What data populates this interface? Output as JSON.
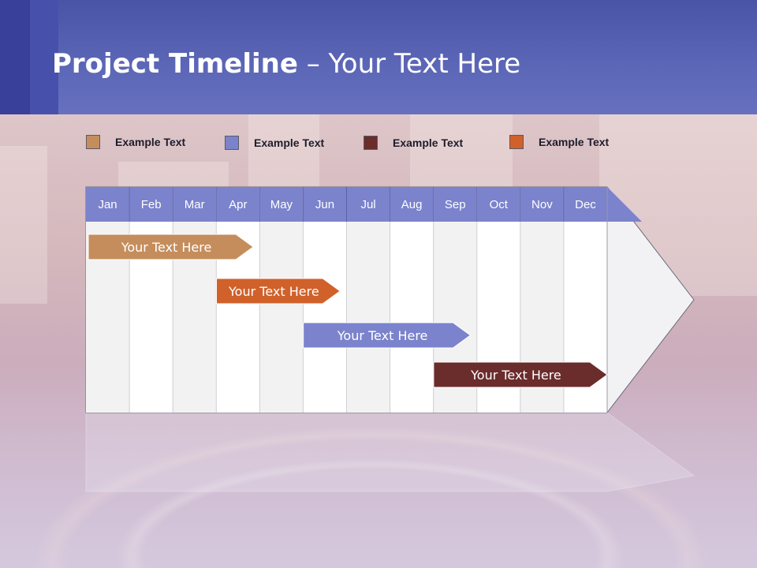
{
  "slide": {
    "title_bold": "Project Timeline",
    "title_rest": " – Your Text Here"
  },
  "legend": [
    {
      "label": "Example Text",
      "color": "#c58d5c"
    },
    {
      "label": "Example Text",
      "color": "#7b83cd"
    },
    {
      "label": "Example Text",
      "color": "#6b2c2c"
    },
    {
      "label": "Example Text",
      "color": "#d0612b"
    }
  ],
  "timeline": {
    "months": [
      "Jan",
      "Feb",
      "Mar",
      "Apr",
      "May",
      "Jun",
      "Jul",
      "Aug",
      "Sep",
      "Oct",
      "Nov",
      "Dec"
    ],
    "header_color": "#7b83cd",
    "tasks": [
      {
        "label": "Your  Text Here",
        "start": 0.0,
        "end": 3.85,
        "color": "#c58d5c"
      },
      {
        "label": "Your  Text Here",
        "start": 2.95,
        "end": 5.85,
        "color": "#d0612b"
      },
      {
        "label": "Your  Text Here",
        "start": 4.95,
        "end": 8.85,
        "color": "#7b83cd"
      },
      {
        "label": "Your  Text Here",
        "start": 7.95,
        "end": 12.0,
        "color": "#6b2c2c"
      }
    ]
  }
}
